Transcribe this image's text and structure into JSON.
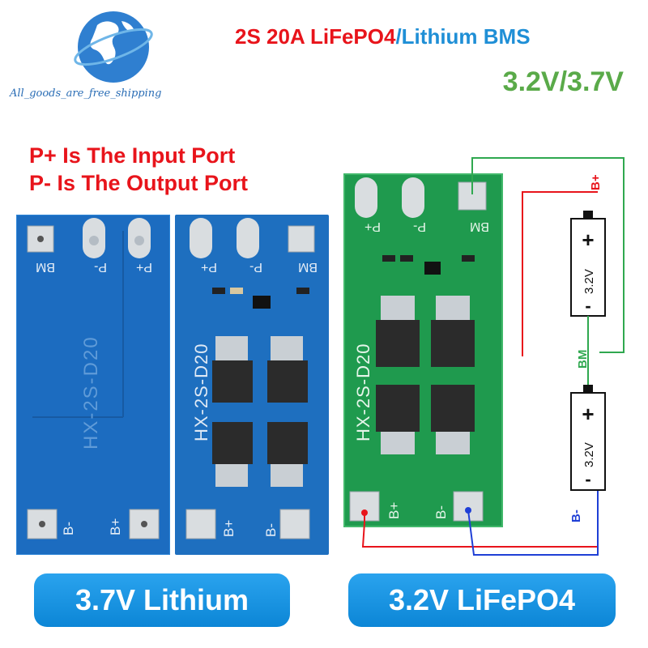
{
  "logo": {
    "text": "All_goods_are_free_shipping"
  },
  "title": {
    "part1": "2S 20A LiFePO4",
    "part2": "/Lithium BMS"
  },
  "voltage": "3.2V/3.7V",
  "ports": {
    "line1": "P+ Is The Input Port",
    "line2": "P- Is The Output Port"
  },
  "board": {
    "model": "HX-2S-D20",
    "pad_bm": "BM",
    "pad_pminus": "P-",
    "pad_pplus": "P+",
    "pad_bminus": "B-",
    "pad_bplus": "B+"
  },
  "diagram": {
    "bplus": "B+",
    "bm": "BM",
    "bminus": "B-",
    "cell_voltage": "3.2V",
    "plus": "+",
    "minus": "-"
  },
  "labels": {
    "lithium": "3.7V Lithium",
    "lifepo4": "3.2V LiFePO4"
  },
  "colors": {
    "red": "#e8141b",
    "blue": "#1f8fd6",
    "green": "#5aaa49",
    "board_blue": "#1e6fbf",
    "board_green": "#1f9a4e"
  }
}
